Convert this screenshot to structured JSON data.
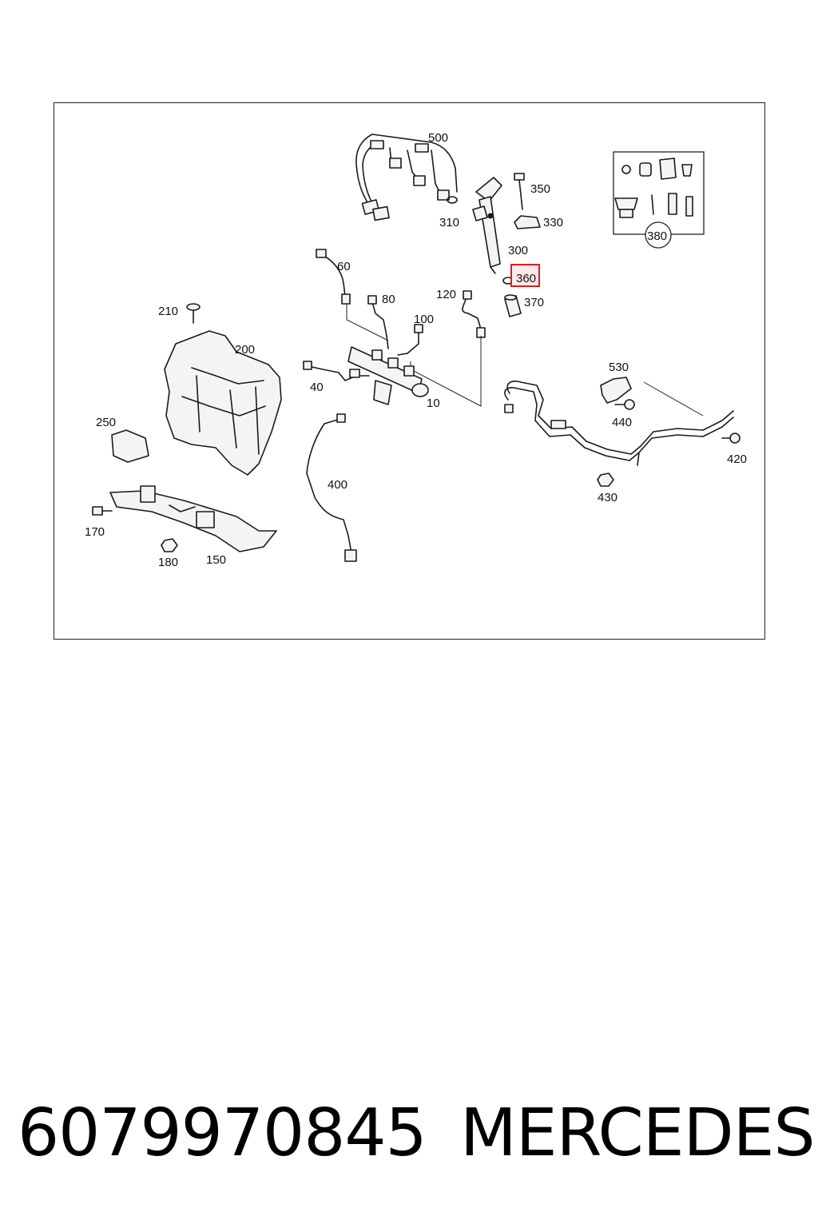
{
  "diagram": {
    "callouts": {
      "c10": "10",
      "c40": "40",
      "c60": "60",
      "c80": "80",
      "c100": "100",
      "c120": "120",
      "c150": "150",
      "c170": "170",
      "c180": "180",
      "c200": "200",
      "c210": "210",
      "c250": "250",
      "c300": "300",
      "c310": "310",
      "c330": "330",
      "c350": "350",
      "c360": "360",
      "c370": "370",
      "c380": "380",
      "c400": "400",
      "c420": "420",
      "c430": "430",
      "c440": "440",
      "c500": "500",
      "c530": "530"
    },
    "highlighted_callout": "360",
    "highlight_color": "#e01b1b"
  },
  "footer": {
    "part_number": "6079970845",
    "brand": "MERCEDES"
  }
}
